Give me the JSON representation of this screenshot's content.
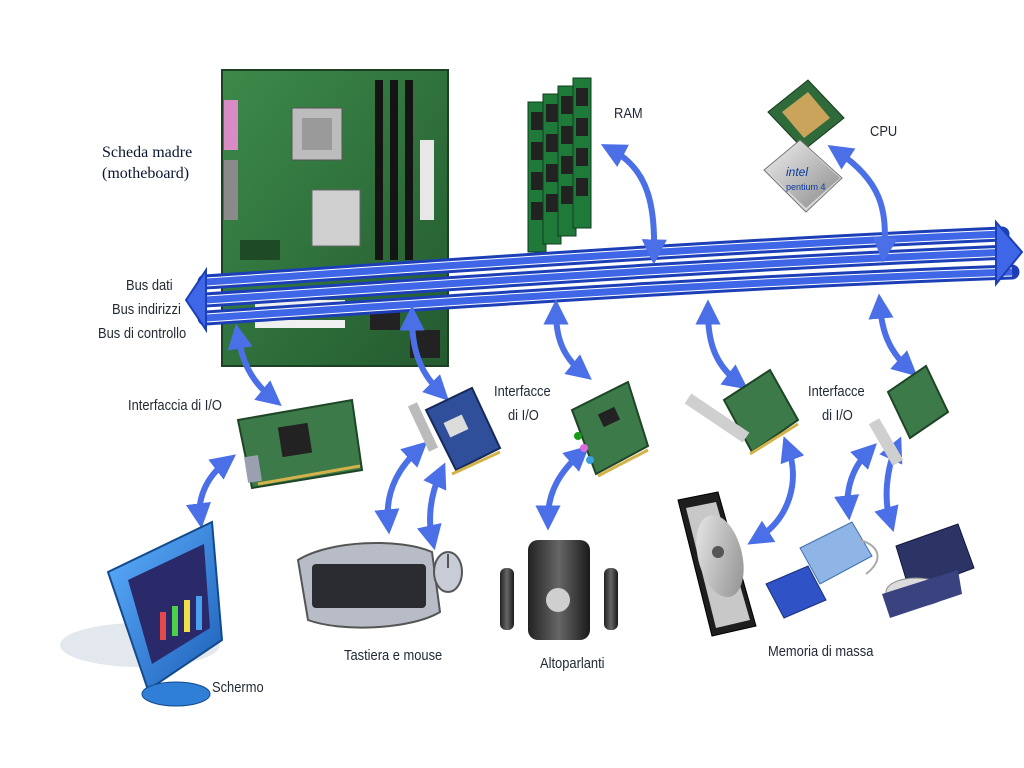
{
  "colors": {
    "bus": "#3f66e6",
    "bus_outline": "#1c3fb8",
    "arrow": "#4a6fe6",
    "board": "#2f6b3a",
    "card": "#3d7a4a",
    "monitor": "#2f7fd6"
  },
  "motherboard": {
    "line1": "Scheda madre",
    "line2": "(motheboard)"
  },
  "bus": {
    "data": "Bus dati",
    "address": "Bus indirizzi",
    "control": "Bus di controllo"
  },
  "components": {
    "ram": "RAM",
    "cpu": "CPU",
    "cpu_brand": "intel",
    "cpu_model": "pentium 4"
  },
  "interfaces": {
    "video": "Interfaccia di I/O",
    "io_center": {
      "line1": "Interfacce",
      "line2": "di I/O"
    },
    "io_right": {
      "line1": "Interfacce",
      "line2": "di I/O"
    }
  },
  "peripherals": {
    "screen": "Schermo",
    "keyboard_mouse": "Tastiera e mouse",
    "speakers": "Altoparlanti",
    "mass_storage": "Memoria di massa"
  },
  "icons": [
    "motherboard-icon",
    "ram-icon",
    "cpu-icon",
    "video-card-icon",
    "io-card-icon",
    "sound-card-icon",
    "monitor-icon",
    "keyboard-icon",
    "mouse-icon",
    "speakers-icon",
    "hard-disk-icon",
    "floppy-drive-icon",
    "optical-drive-icon"
  ]
}
